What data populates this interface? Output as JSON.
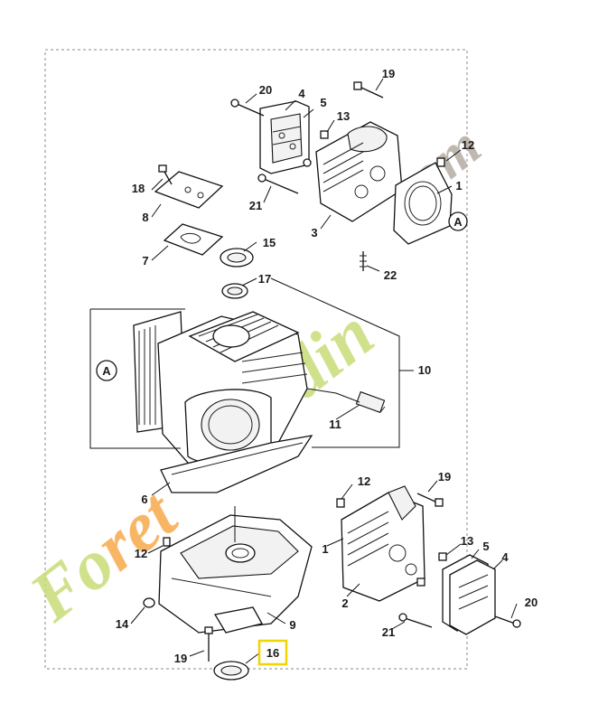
{
  "diagram": {
    "highlighted_part": "16",
    "highlight_color": "#f2d400",
    "line_color": "#111111"
  },
  "labels": {
    "p20_top": "20",
    "p4_top": "4",
    "p5_top": "5",
    "p13_top": "13",
    "p19_top": "19",
    "p12_top": "12",
    "p1_top": "1",
    "p21_top": "21",
    "p3": "3",
    "p22": "22",
    "p18": "18",
    "p8": "8",
    "p7": "7",
    "p15": "15",
    "p17": "17",
    "p10": "10",
    "p11": "11",
    "p6": "6",
    "p12_mid": "12",
    "p19_mid": "19",
    "p1_bot": "1",
    "p13_bot": "13",
    "p5_bot": "5",
    "p4_bot": "4",
    "p20_bot": "20",
    "p2": "2",
    "p21_bot": "21",
    "p12_low": "12",
    "p14": "14",
    "p9": "9",
    "p19_low": "19",
    "p16": "16"
  },
  "callouts": {
    "a_top": "A",
    "a_left": "A"
  },
  "watermark": {
    "text": "Foret jardin .com",
    "green": "#c8dc78",
    "orange": "#f7a94a",
    "gray": "#b4aca3"
  }
}
